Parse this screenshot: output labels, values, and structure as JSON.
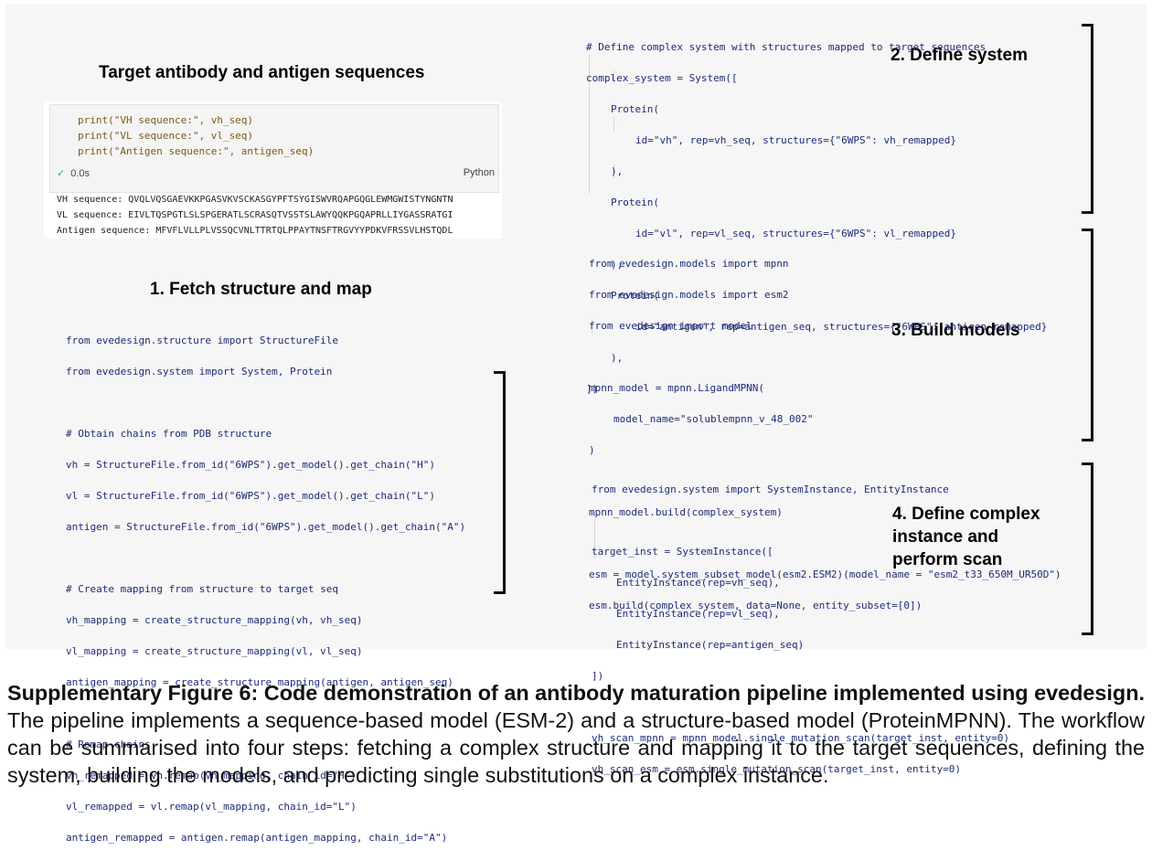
{
  "headings": {
    "target": "Target antibody and antigen sequences",
    "step1": "1. Fetch structure and map",
    "step2": "2. Define system",
    "step3": "3. Build models",
    "step4_line1": "4. Define complex",
    "step4_line2": "instance and",
    "step4_line3": "perform scan"
  },
  "notebook": {
    "input_lines": [
      "print(\"VH sequence:\", vh_seq)",
      "print(\"VL sequence:\", vl_seq)",
      "print(\"Antigen sequence:\", antigen_seq)"
    ],
    "check_icon": "✓",
    "time": "0.0s",
    "language": "Python",
    "output_lines": [
      "VH sequence: QVQLVQSGAEVKKPGASVKVSCKASGYPFTSYGISWVRQAPGQGLEWMGWISTYNGNTN",
      "VL sequence: EIVLTQSPGTLSLSPGERATLSCRASQTVSSTSLAWYQQKPGQAPRLLIYGASSRATGI",
      "Antigen sequence: MFVFLVLLPLVSSQCVNLTTRTQLPPAYTNSFTRGVYYPDKVFRSSVLHSTQDL"
    ]
  },
  "code_step1": {
    "import1": "from evedesign.structure import StructureFile",
    "import2": "from evedesign.system import System, Protein",
    "comment1": "# Obtain chains from PDB structure",
    "vh": "vh = StructureFile.from_id(\"6WPS\").get_model().get_chain(\"H\")",
    "vl": "vl = StructureFile.from_id(\"6WPS\").get_model().get_chain(\"L\")",
    "antigen": "antigen = StructureFile.from_id(\"6WPS\").get_model().get_chain(\"A\")",
    "comment2": "# Create mapping from structure to target seq",
    "vh_mapping": "vh_mapping = create_structure_mapping(vh, vh_seq)",
    "vl_mapping": "vl_mapping = create_structure_mapping(vl, vl_seq)",
    "antigen_mapping": "antigen_mapping = create_structure_mapping(antigen, antigen_seq)",
    "comment3": "# Remap chains",
    "vh_remapped": "vh_remapped = vh.remap(vh_mapping, chain_id=\"H\")",
    "vl_remapped": "vl_remapped = vl.remap(vl_mapping, chain_id=\"L\")",
    "antigen_remapped": "antigen_remapped = antigen.remap(antigen_mapping, chain_id=\"A\")"
  },
  "code_step2": {
    "comment": "# Define complex system with structures mapped to target sequences",
    "open": "complex_system = System([",
    "protein1": "Protein(",
    "protein1_args": "id=\"vh\", rep=vh_seq, structures={\"6WPS\": vh_remapped}",
    "close1": "),",
    "protein2": "Protein(",
    "protein2_args": "id=\"vl\", rep=vl_seq, structures={\"6WPS\": vl_remapped}",
    "close2": "),",
    "protein3": "Protein(",
    "protein3_args": "id=\"antigen\", rep=antigen_seq, structures={\"6WPS\": antigen_remapped}",
    "close3": "),",
    "end": "])"
  },
  "code_step3": {
    "import1": "from evedesign.models import mpnn",
    "import2": "from evedesign.models import esm2",
    "import3": "from evedesign import model",
    "mpnn_open": "mpnn_model = mpnn.LigandMPNN(",
    "mpnn_arg": "model_name=\"solublempnn_v_48_002\"",
    "mpnn_close": ")",
    "mpnn_build": "mpnn_model.build(complex_system)",
    "esm_def": "esm = model.system_subset_model(esm2.ESM2)(model_name = \"esm2_t33_650M_UR50D\")",
    "esm_build": "esm.build(complex_system, data=None, entity_subset=[0])"
  },
  "code_step4": {
    "import": "from evedesign.system import SystemInstance, EntityInstance",
    "open": "target_inst = SystemInstance([",
    "e1": "EntityInstance(rep=vh_seq),",
    "e2": "EntityInstance(rep=vl_seq),",
    "e3": "EntityInstance(rep=antigen_seq)",
    "end": "])",
    "scan1": "vh_scan_mpnn = mpnn_model.single_mutation_scan(target_inst, entity=0)",
    "scan2": "vh_scan_esm = esm.single_mutation_scan(target_inst, entity=0)"
  },
  "caption": {
    "label": "Supplementary Figure 6: Code demonstration of an antibody maturation pipeline implemented using evedesign.",
    "text": " The pipeline implements a sequence-based model (ESM-2) and a structure-based model (ProteinMPNN). The workflow can be summarised into four steps: fetching a complex structure and mapping it to the target sequences, defining the system, building the models, and predicting single substitutions on a complex instance."
  }
}
